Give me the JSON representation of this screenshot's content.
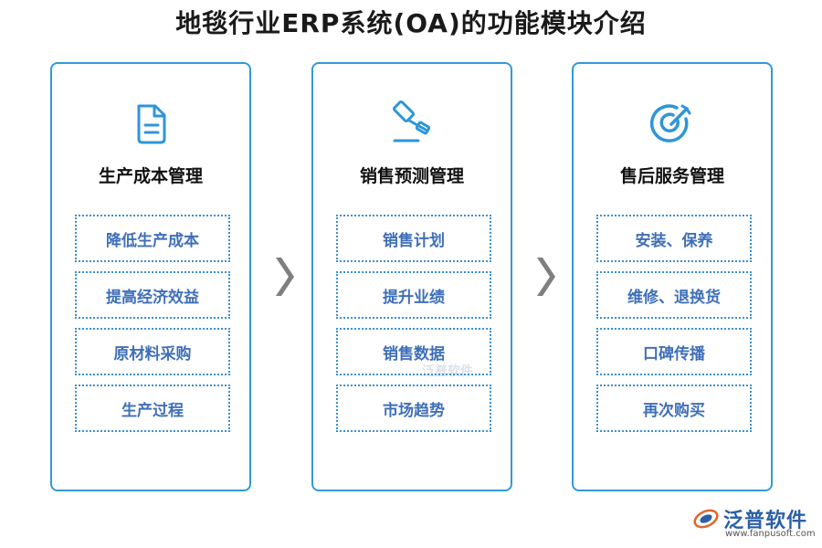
{
  "title": "地毯行业ERP系统(OA)的功能模块介绍",
  "cards": [
    {
      "icon": "document-icon",
      "title": "生产成本管理",
      "items": [
        "降低生产成本",
        "提高经济效益",
        "原材料采购",
        "生产过程"
      ]
    },
    {
      "icon": "auction-hammer-icon",
      "title": "销售预测管理",
      "items": [
        "销售计划",
        "提升业绩",
        "销售数据",
        "市场趋势"
      ]
    },
    {
      "icon": "target-icon",
      "title": "售后服务管理",
      "items": [
        "安装、保养",
        "维修、退换货",
        "口碑传播",
        "再次购买"
      ]
    }
  ],
  "watermark": "泛普软件",
  "logo": {
    "brand": "泛普软件",
    "url": "www.fanpusoft.com"
  },
  "colors": {
    "accent": "#3399d6",
    "item_text": "#3f6fb8",
    "chevron": "#7f7f7f"
  }
}
